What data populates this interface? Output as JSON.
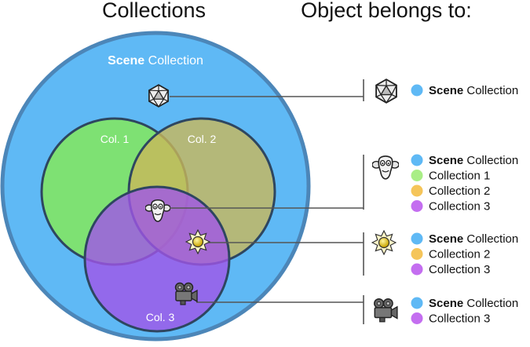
{
  "headings": {
    "left": "Collections",
    "right": "Object belongs to:"
  },
  "scene": {
    "label_prefix": "Scene",
    "label_suffix": "Collection"
  },
  "collections": {
    "col1": "Col. 1",
    "col2": "Col. 2",
    "col3": "Col. 3"
  },
  "colors": {
    "scene": "#5fb9f5",
    "scene_stroke": "#4c86b8",
    "col1": "#7fe36c",
    "col2": "#c9b85a",
    "col3": "#a055e8",
    "circle_stroke": "#2e4660",
    "connector": "#555555"
  },
  "objects": [
    {
      "icon": "icosphere-icon",
      "entries": [
        {
          "bold": "Scene",
          "rest": " Collection",
          "color": "#5fb9f5"
        }
      ]
    },
    {
      "icon": "monkey-head-icon",
      "entries": [
        {
          "bold": "Scene",
          "rest": " Collection",
          "color": "#5fb9f5"
        },
        {
          "bold": "",
          "rest": "Collection 1",
          "color": "#a9ee86"
        },
        {
          "bold": "",
          "rest": "Collection 2",
          "color": "#f5c55a"
        },
        {
          "bold": "",
          "rest": "Collection 3",
          "color": "#c46ef0"
        }
      ]
    },
    {
      "icon": "sun-lamp-icon",
      "entries": [
        {
          "bold": "Scene",
          "rest": " Collection",
          "color": "#5fb9f5"
        },
        {
          "bold": "",
          "rest": "Collection 2",
          "color": "#f5c55a"
        },
        {
          "bold": "",
          "rest": "Collection 3",
          "color": "#c46ef0"
        }
      ]
    },
    {
      "icon": "camera-icon",
      "entries": [
        {
          "bold": "Scene",
          "rest": " Collection",
          "color": "#5fb9f5"
        },
        {
          "bold": "",
          "rest": "Collection 3",
          "color": "#c46ef0"
        }
      ]
    }
  ]
}
